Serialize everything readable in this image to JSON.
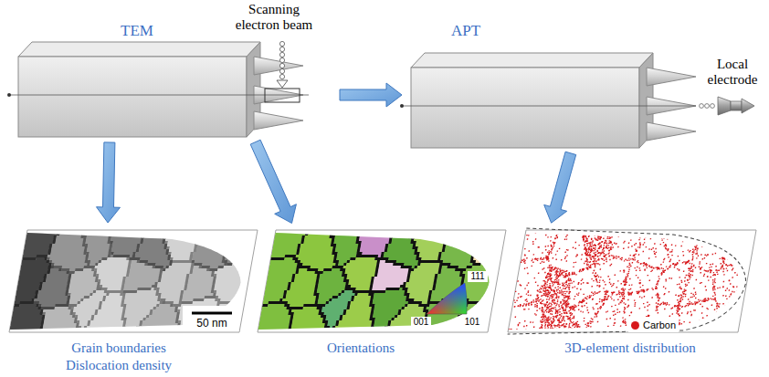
{
  "diagram": {
    "nodes": [
      {
        "text": [
          "TEM"
        ]
      },
      {
        "text": [
          "APT"
        ]
      },
      {
        "text": [
          "50 nm",
          "Grain boundaries Dislocation density"
        ]
      },
      {
        "text": [
          "111",
          "001",
          "101",
          "Orientations"
        ]
      },
      {
        "text": [
          "3D-element distribution"
        ]
      }
    ],
    "edges": [
      {
        "from": 0,
        "to": 1,
        "arrow": "to"
      },
      {
        "from": 0,
        "to": 2,
        "arrow": "to"
      },
      {
        "from": 0,
        "to": 3,
        "arrow": "to"
      },
      {
        "from": 1,
        "to": 4,
        "arrow": "to"
      }
    ],
    "labels": [
      "Scanning electron beam",
      "Local electrode"
    ],
    "legend": [
      {
        "text": "Carbon",
        "color": "#d7191c"
      }
    ]
  }
}
